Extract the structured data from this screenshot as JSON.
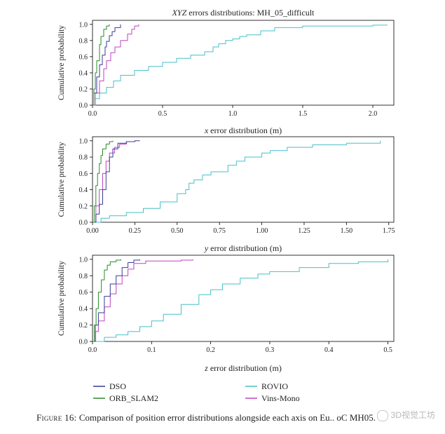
{
  "chart_data": [
    {
      "type": "line",
      "title_italic": "XYZ",
      "title_rest": " errors distributions: MH_05_difficult",
      "xlabel_italic": "x",
      "xlabel_rest": " error distribution (m)",
      "ylabel": "Cumulative probability",
      "xlim": [
        0,
        2.15
      ],
      "ylim": [
        0,
        1.05
      ],
      "xticks": [
        "0.0",
        "0.5",
        "1.0",
        "1.5",
        "2.0"
      ],
      "yticks": [
        "0.0",
        "0.2",
        "0.4",
        "0.6",
        "0.8",
        "1.0"
      ],
      "series": [
        {
          "name": "DSO",
          "color": "#3a3a99",
          "x": [
            0,
            0.01,
            0.03,
            0.05,
            0.07,
            0.09,
            0.1,
            0.12,
            0.14,
            0.16,
            0.2
          ],
          "y": [
            0,
            0.15,
            0.35,
            0.5,
            0.62,
            0.72,
            0.79,
            0.86,
            0.91,
            0.96,
            1.0
          ]
        },
        {
          "name": "ORB_SLAM2",
          "color": "#2a8a2a",
          "x": [
            0,
            0.01,
            0.02,
            0.03,
            0.05,
            0.06,
            0.08,
            0.1,
            0.12
          ],
          "y": [
            0,
            0.2,
            0.4,
            0.55,
            0.75,
            0.85,
            0.94,
            0.98,
            1.0
          ]
        },
        {
          "name": "ROVIO",
          "color": "#46c0c8",
          "x": [
            0,
            0.02,
            0.05,
            0.1,
            0.15,
            0.2,
            0.3,
            0.4,
            0.5,
            0.6,
            0.7,
            0.8,
            0.86,
            0.9,
            0.95,
            1.0,
            1.05,
            1.1,
            1.2,
            1.3,
            1.5,
            1.8,
            2.0,
            2.1
          ],
          "y": [
            0,
            0.08,
            0.15,
            0.22,
            0.3,
            0.37,
            0.43,
            0.48,
            0.53,
            0.58,
            0.62,
            0.66,
            0.72,
            0.76,
            0.8,
            0.82,
            0.85,
            0.87,
            0.92,
            0.96,
            0.98,
            0.98,
            0.99,
            1.0
          ]
        },
        {
          "name": "Vins-Mono",
          "color": "#c042c0",
          "x": [
            0,
            0.02,
            0.05,
            0.08,
            0.1,
            0.13,
            0.16,
            0.2,
            0.25,
            0.28,
            0.3,
            0.33
          ],
          "y": [
            0,
            0.15,
            0.3,
            0.45,
            0.55,
            0.65,
            0.72,
            0.8,
            0.88,
            0.94,
            0.98,
            1.0
          ]
        }
      ]
    },
    {
      "type": "line",
      "xlabel_italic": "y",
      "xlabel_rest": " error distribution (m)",
      "ylabel": "Cumulative probability",
      "xlim": [
        0,
        1.78
      ],
      "ylim": [
        0,
        1.05
      ],
      "xticks": [
        "0.00",
        "0.25",
        "0.50",
        "0.75",
        "1.00",
        "1.25",
        "1.50",
        "1.75"
      ],
      "yticks": [
        "0.0",
        "0.2",
        "0.4",
        "0.6",
        "0.8",
        "1.0"
      ],
      "series": [
        {
          "name": "DSO",
          "color": "#3a3a99",
          "x": [
            0,
            0.02,
            0.04,
            0.06,
            0.08,
            0.1,
            0.12,
            0.15,
            0.2,
            0.25,
            0.28
          ],
          "y": [
            0,
            0.1,
            0.22,
            0.4,
            0.62,
            0.8,
            0.9,
            0.97,
            0.99,
            1.0,
            1.0
          ]
        },
        {
          "name": "ORB_SLAM2",
          "color": "#2a8a2a",
          "x": [
            0,
            0.01,
            0.02,
            0.03,
            0.04,
            0.05,
            0.06,
            0.08,
            0.1,
            0.12
          ],
          "y": [
            0,
            0.2,
            0.45,
            0.6,
            0.72,
            0.82,
            0.9,
            0.96,
            0.99,
            1.0
          ]
        },
        {
          "name": "ROVIO",
          "color": "#46c0c8",
          "x": [
            0,
            0.05,
            0.1,
            0.2,
            0.3,
            0.4,
            0.5,
            0.55,
            0.57,
            0.6,
            0.65,
            0.7,
            0.8,
            0.85,
            0.9,
            1.0,
            1.05,
            1.15,
            1.3,
            1.5,
            1.7
          ],
          "y": [
            0,
            0.05,
            0.08,
            0.12,
            0.17,
            0.25,
            0.35,
            0.4,
            0.48,
            0.52,
            0.58,
            0.62,
            0.7,
            0.75,
            0.8,
            0.85,
            0.88,
            0.92,
            0.95,
            0.97,
            1.0
          ]
        },
        {
          "name": "Vins-Mono",
          "color": "#c042c0",
          "x": [
            0,
            0.02,
            0.04,
            0.06,
            0.08,
            0.1,
            0.13,
            0.16,
            0.2,
            0.25
          ],
          "y": [
            0,
            0.2,
            0.4,
            0.6,
            0.75,
            0.85,
            0.92,
            0.96,
            0.99,
            1.0
          ]
        }
      ]
    },
    {
      "type": "line",
      "xlabel_italic": "z",
      "xlabel_rest": " error distribution (m)",
      "ylabel": "Cumulative probability",
      "xlim": [
        0,
        0.51
      ],
      "ylim": [
        0,
        1.05
      ],
      "xticks": [
        "0.0",
        "0.1",
        "0.2",
        "0.3",
        "0.4",
        "0.5"
      ],
      "yticks": [
        "0.0",
        "0.2",
        "0.4",
        "0.6",
        "0.8",
        "1.0"
      ],
      "series": [
        {
          "name": "DSO",
          "color": "#3a3a99",
          "x": [
            0,
            0.005,
            0.01,
            0.02,
            0.03,
            0.04,
            0.05,
            0.06,
            0.07,
            0.08
          ],
          "y": [
            0,
            0.2,
            0.35,
            0.55,
            0.7,
            0.8,
            0.9,
            0.96,
            0.99,
            1.0
          ]
        },
        {
          "name": "ORB_SLAM2",
          "color": "#2a8a2a",
          "x": [
            0,
            0.003,
            0.006,
            0.01,
            0.015,
            0.02,
            0.025,
            0.03,
            0.04,
            0.048
          ],
          "y": [
            0,
            0.2,
            0.4,
            0.6,
            0.75,
            0.87,
            0.93,
            0.97,
            0.99,
            1.0
          ]
        },
        {
          "name": "ROVIO",
          "color": "#46c0c8",
          "x": [
            0,
            0.02,
            0.04,
            0.06,
            0.08,
            0.1,
            0.12,
            0.15,
            0.18,
            0.2,
            0.22,
            0.25,
            0.28,
            0.3,
            0.35,
            0.4,
            0.45,
            0.5
          ],
          "y": [
            0,
            0.05,
            0.08,
            0.12,
            0.18,
            0.25,
            0.33,
            0.45,
            0.57,
            0.63,
            0.7,
            0.77,
            0.82,
            0.85,
            0.9,
            0.95,
            0.97,
            1.0
          ]
        },
        {
          "name": "Vins-Mono",
          "color": "#c042c0",
          "x": [
            0,
            0.005,
            0.01,
            0.02,
            0.03,
            0.04,
            0.05,
            0.06,
            0.07,
            0.09,
            0.12,
            0.15,
            0.17
          ],
          "y": [
            0,
            0.12,
            0.25,
            0.42,
            0.58,
            0.7,
            0.8,
            0.88,
            0.95,
            0.98,
            0.98,
            0.99,
            1.0
          ]
        }
      ]
    }
  ],
  "legend": [
    {
      "name": "DSO",
      "color": "#3a3a99"
    },
    {
      "name": "ORB_SLAM2",
      "color": "#2a8a2a"
    },
    {
      "name": "ROVIO",
      "color": "#46c0c8"
    },
    {
      "name": "Vins-Mono",
      "color": "#c042c0"
    }
  ],
  "caption": {
    "label": "Figure 16:",
    "text": " Comparison of position error distributions alongside each axis on Eu.. oC MH05."
  },
  "watermark": "3D视觉工坊"
}
